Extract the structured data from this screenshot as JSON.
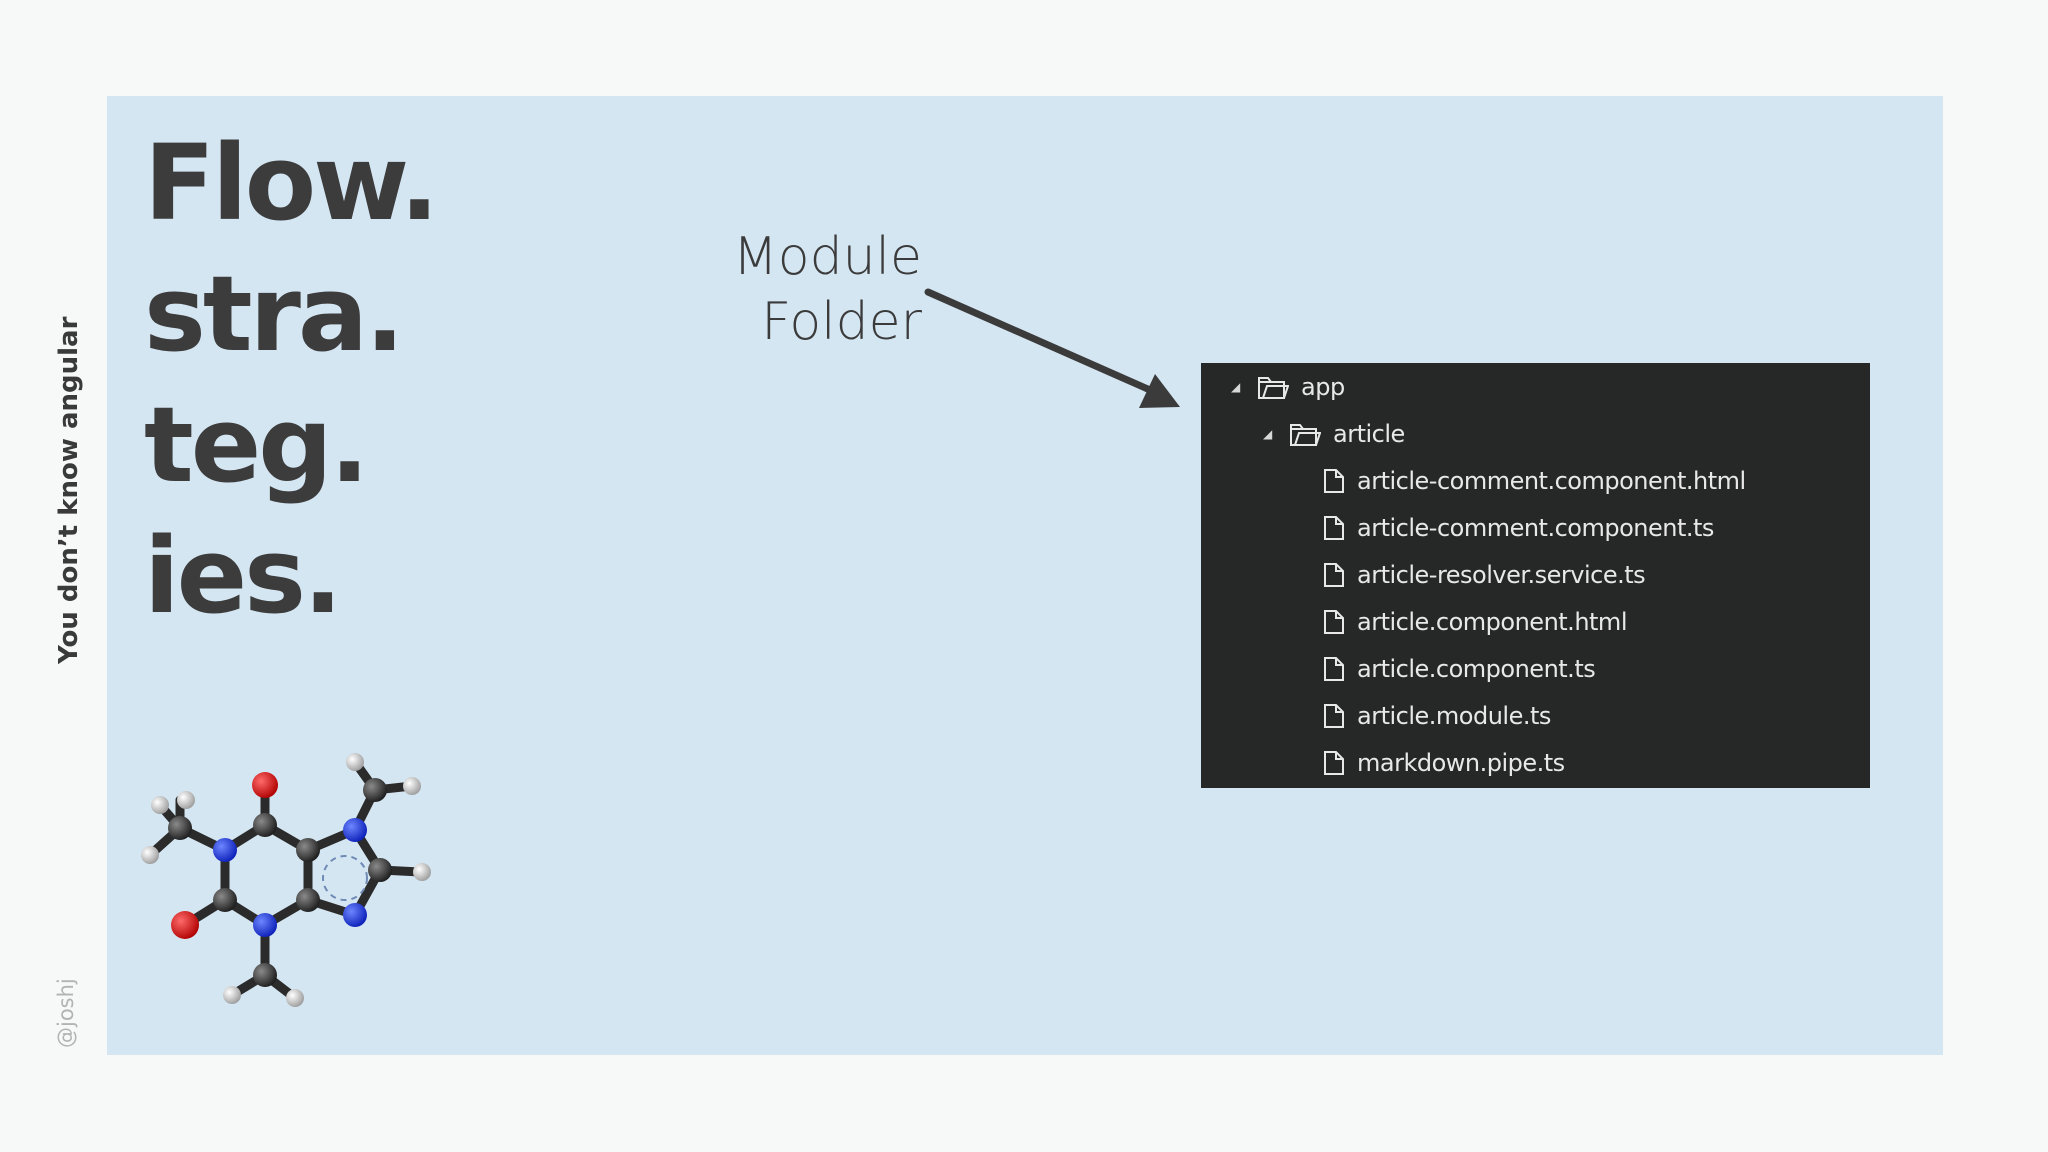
{
  "sidebar": {
    "title": "You don’t know angular",
    "handle": "@joshj"
  },
  "slide": {
    "title_lines": [
      "Flow.",
      "stra.",
      "teg.",
      "ies."
    ],
    "annotation_lines": [
      "Module",
      "Folder"
    ]
  },
  "file_tree": {
    "root": {
      "label": "app",
      "icon": "folder-icon",
      "expanded": true
    },
    "folder": {
      "label": "article",
      "icon": "folder-icon",
      "expanded": true
    },
    "files": [
      {
        "label": "article-comment.component.html",
        "icon": "file-icon"
      },
      {
        "label": "article-comment.component.ts",
        "icon": "file-icon"
      },
      {
        "label": "article-resolver.service.ts",
        "icon": "file-icon"
      },
      {
        "label": "article.component.html",
        "icon": "file-icon"
      },
      {
        "label": "article.component.ts",
        "icon": "file-icon"
      },
      {
        "label": "article.module.ts",
        "icon": "file-icon"
      },
      {
        "label": "markdown.pipe.ts",
        "icon": "file-icon"
      }
    ]
  },
  "colors": {
    "page_background": "#f7f8f8",
    "slide_background": "#d5e6f3",
    "tree_background": "#262727",
    "text_dark": "#3c3c3c"
  },
  "image": {
    "name": "caffeine-molecule"
  }
}
